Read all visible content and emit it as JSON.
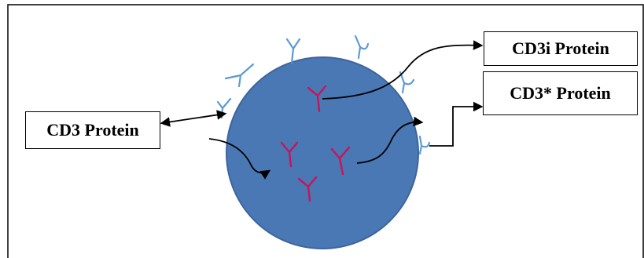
{
  "labels": {
    "cd3": "CD3 Protein",
    "cd3i": "CD3i Protein",
    "cd3star": "CD3* Protein"
  },
  "colors": {
    "cell_fill": "#4A78B5",
    "cell_stroke": "#3D659B",
    "surface_receptor": "#5B9BD5",
    "internal_receptor": "#C2185B",
    "frame": "#000000",
    "arrow": "#000000"
  },
  "icons": {
    "surface": "y-shaped-antibody-icon",
    "internal": "y-shaped-antibody-icon"
  }
}
